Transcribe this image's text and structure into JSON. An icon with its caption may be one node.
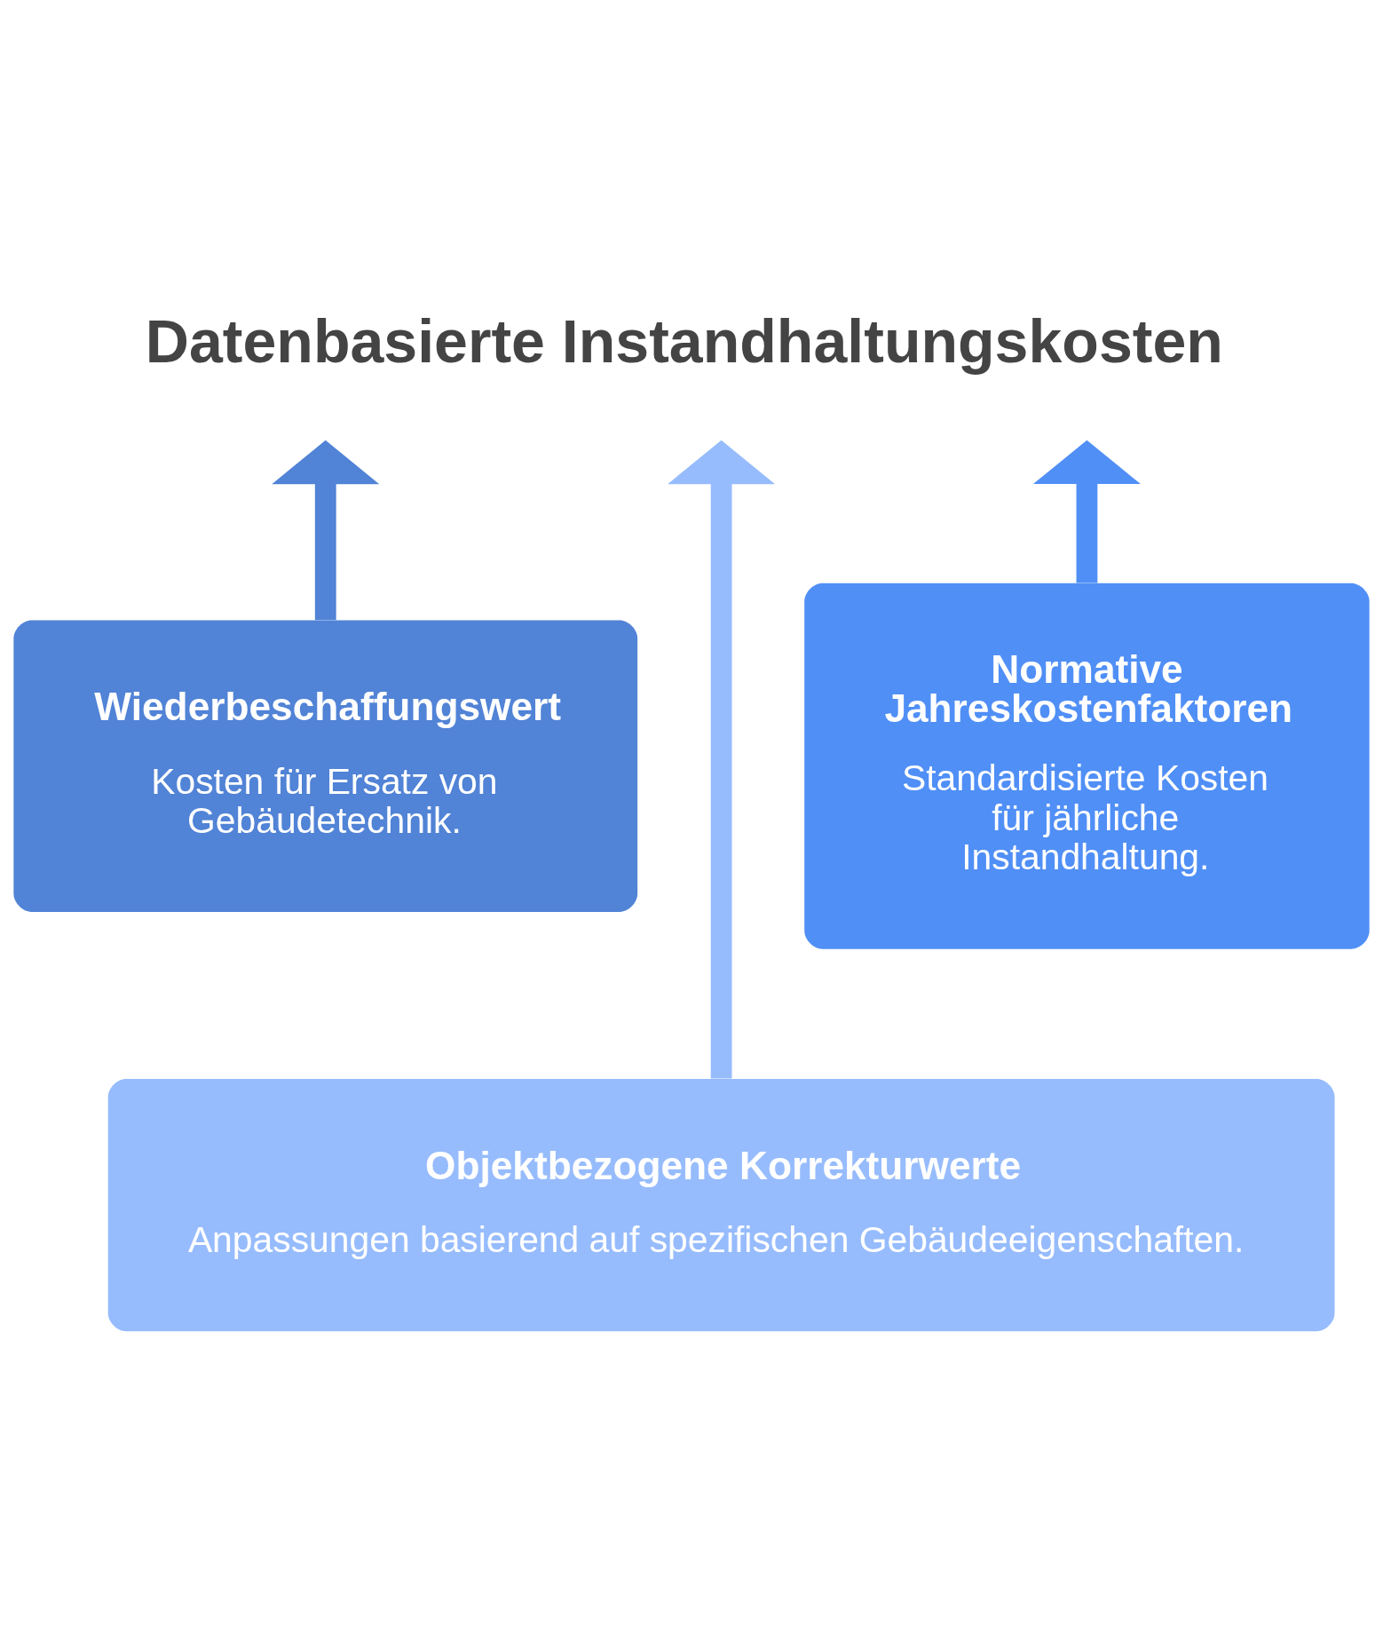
{
  "diagram": {
    "title": "Datenbasierte Instandhaltungskosten",
    "nodes": [
      {
        "text": [
          "Wiederbeschaffungswert",
          "Kosten für Ersatz von Gebäudetechnik."
        ]
      },
      {
        "text": [
          "Normative Jahreskostenfaktoren",
          "Standardisierte Kosten für jährliche Instandhaltung."
        ]
      },
      {
        "text": [
          "Objektbezogene Korrekturwerte",
          "Anpassungen basierend auf spezifischen Gebäudeeigenschaften."
        ]
      }
    ],
    "edges": [
      {
        "from": 0,
        "to": null,
        "arrow": "to",
        "color": "#5183d6"
      },
      {
        "from": 2,
        "to": null,
        "arrow": "to",
        "color": "#97bcfd"
      },
      {
        "from": 1,
        "to": null,
        "arrow": "to",
        "color": "#508ff6"
      }
    ]
  }
}
